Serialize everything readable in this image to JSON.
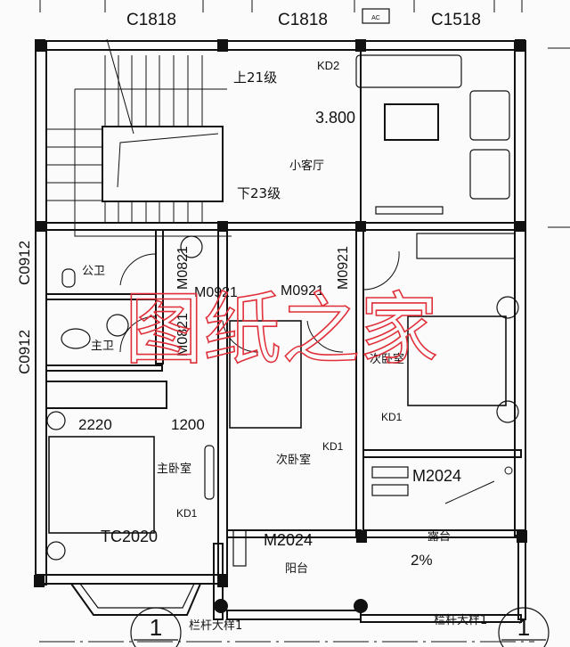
{
  "labels": {
    "window_top_1": "C1818",
    "window_top_2": "C1818",
    "window_top_3": "C1518",
    "kd2": "KD2",
    "stair_up": "上21级",
    "stair_down": "下23级",
    "elevation": "3.800",
    "living_room": "小客厅",
    "window_left_1": "C0912",
    "window_left_2": "C0912",
    "public_bath": "公卫",
    "master_bath": "主卫",
    "door_m0821_a": "M0821",
    "door_m0821_b": "M0821",
    "door_m0921_a": "M0921",
    "door_m0921_b": "M0921",
    "door_m0921_c": "M0921",
    "second_bedroom_right": "次卧室",
    "second_bedroom_mid": "次卧室",
    "dim_2220": "2220",
    "dim_1200": "1200",
    "master_bedroom": "主卧室",
    "kd1_a": "KD1",
    "kd1_b": "KD1",
    "kd1_c": "KD1",
    "door_m2024_a": "M2024",
    "door_m2024_b": "M2024",
    "window_tc2020": "TC2020",
    "balcony": "阳台",
    "terrace": "露台",
    "slope": "2%",
    "railing_a": "栏杆大样1",
    "railing_b": "栏杆大样1",
    "section_a": "1",
    "section_b": "1",
    "ac_label": "AC"
  },
  "watermark": "图纸之家",
  "colors": {
    "line": "#111111",
    "watermark": "#e0303a"
  }
}
